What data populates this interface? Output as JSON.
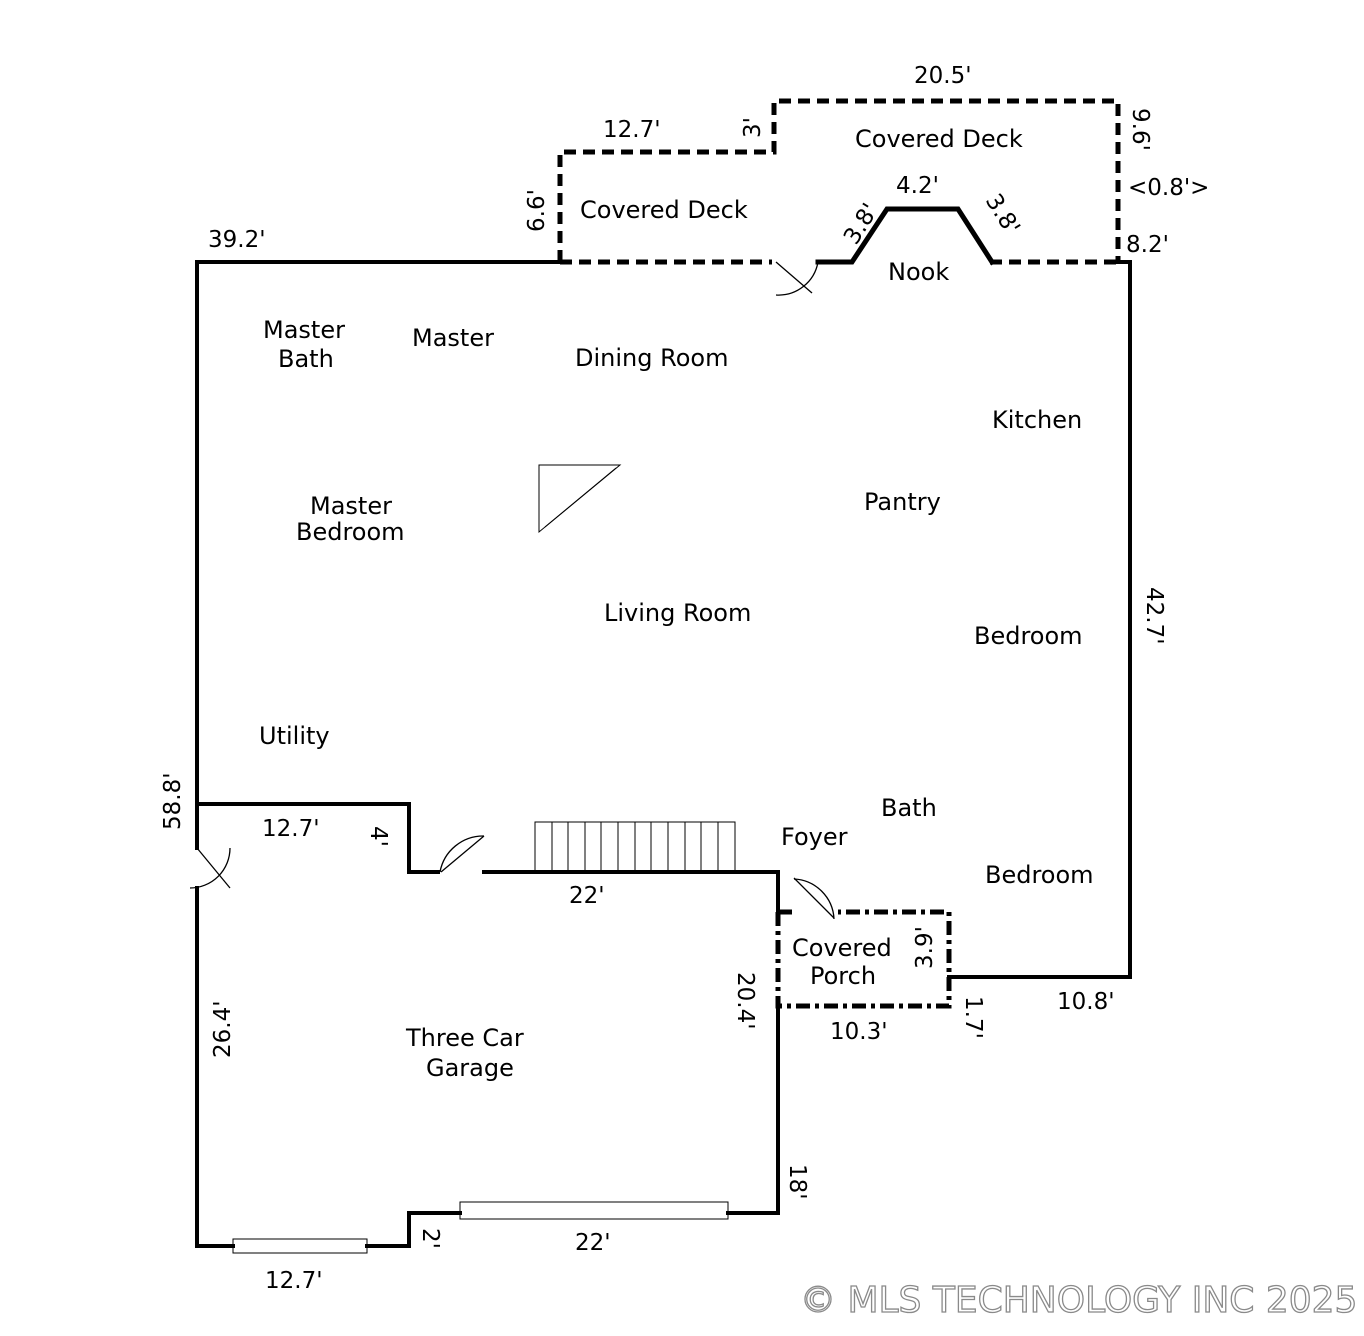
{
  "rooms": {
    "covered_deck_left": "Covered Deck",
    "covered_deck_right": "Covered Deck",
    "nook": "Nook",
    "master_bath_1": "Master",
    "master_bath_2": "Bath",
    "master": "Master",
    "dining_room": "Dining Room",
    "kitchen": "Kitchen",
    "master_bedroom_1": "Master",
    "master_bedroom_2": "Bedroom",
    "pantry": "Pantry",
    "living_room": "Living Room",
    "bedroom_1": "Bedroom",
    "utility": "Utility",
    "bath": "Bath",
    "foyer": "Foyer",
    "bedroom_2": "Bedroom",
    "covered_porch_1": "Covered",
    "covered_porch_2": "Porch",
    "garage_1": "Three Car",
    "garage_2": "Garage"
  },
  "dimensions": {
    "deck_top": "20.5'",
    "deck_upper_left": "12.7'",
    "deck_step": "3'",
    "deck_right_side": "9.6'",
    "deck_offset": "<0.8'>",
    "deck_left_side": "6.6'",
    "nook_top": "4.2'",
    "nook_left": "3.8'",
    "nook_right": "3.8'",
    "house_top": "39.2'",
    "deck_lower_right": "8.2'",
    "house_right": "42.7'",
    "house_left": "58.8'",
    "utility_wall": "12.7'",
    "utility_step": "4'",
    "garage_top": "22'",
    "porch_side": "3.9'",
    "garage_right": "20.4'",
    "porch_bottom": "10.3'",
    "porch_step": "1.7'",
    "house_bottom_right": "10.8'",
    "garage_left": "26.4'",
    "garage_lower_right": "18'",
    "garage_step": "2'",
    "garage_bottom_right": "22'",
    "garage_bottom_left": "12.7'"
  },
  "copyright": "© MLS TECHNOLOGY INC 2025"
}
